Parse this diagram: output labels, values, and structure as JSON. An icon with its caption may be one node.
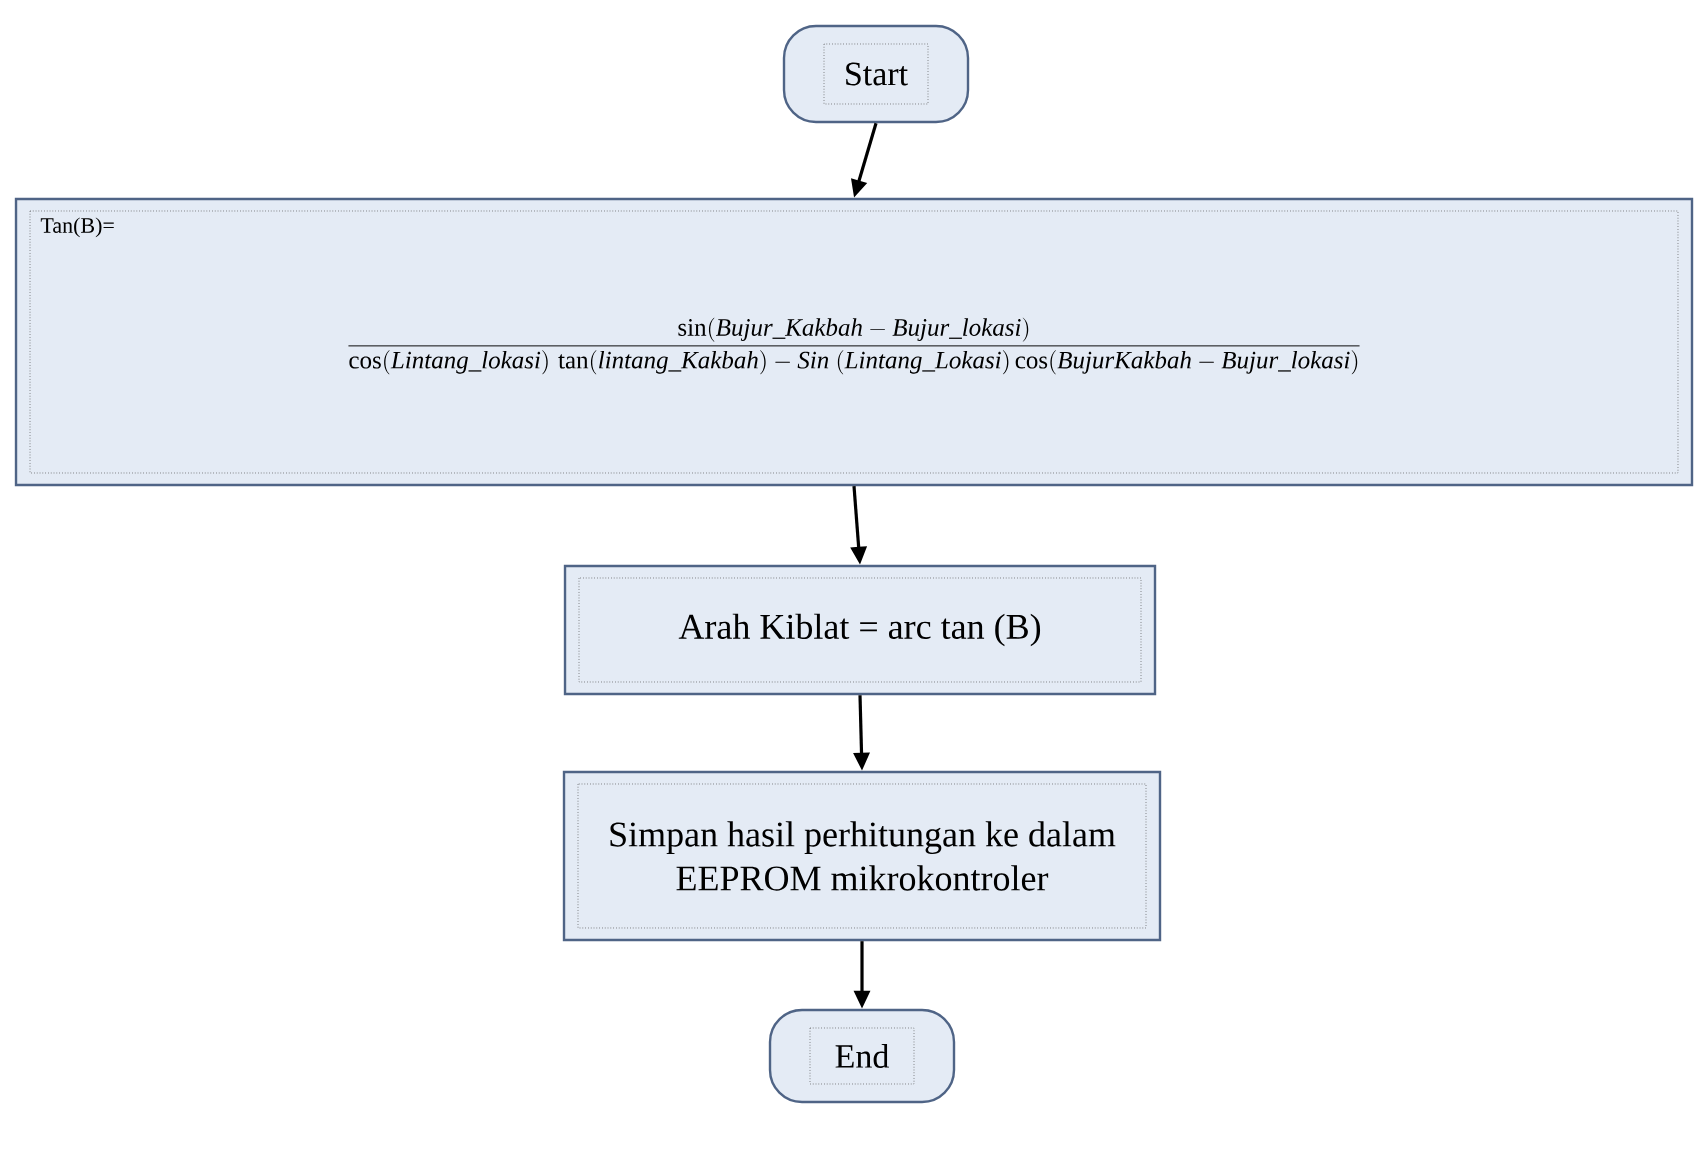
{
  "diagram": {
    "nodes": [
      {
        "text": [
          "Start"
        ]
      },
      {
        "text": [
          "Tan(B)=",
          "\\frac{\\sin(\\mathit{Bujur\\_Kakbah} - \\mathit{Bujur\\_lokasi})}{\\cos(\\mathit{Lintang\\_lokasi})\\,\\tan(\\mathit{lintang\\_Kakbah}) - \\mathit{Sin}\\ (\\mathit{Lintang\\_Lokasi})\\cos(\\mathit{BujurKakbah} - \\mathit{Bujur\\_lokasi})}"
        ]
      },
      {
        "text": [
          "Arah Kiblat = arc tan (B)"
        ]
      },
      {
        "text": [
          "Simpan hasil perhitungan ke dalam EEPROM mikrokontroler"
        ]
      },
      {
        "text": [
          "End"
        ]
      }
    ],
    "edges": [
      {
        "from": 0,
        "to": 1,
        "arrow": "to"
      },
      {
        "from": 1,
        "to": 2,
        "arrow": "to"
      },
      {
        "from": 2,
        "to": 3,
        "arrow": "to"
      },
      {
        "from": 3,
        "to": 4,
        "arrow": "to"
      }
    ]
  }
}
